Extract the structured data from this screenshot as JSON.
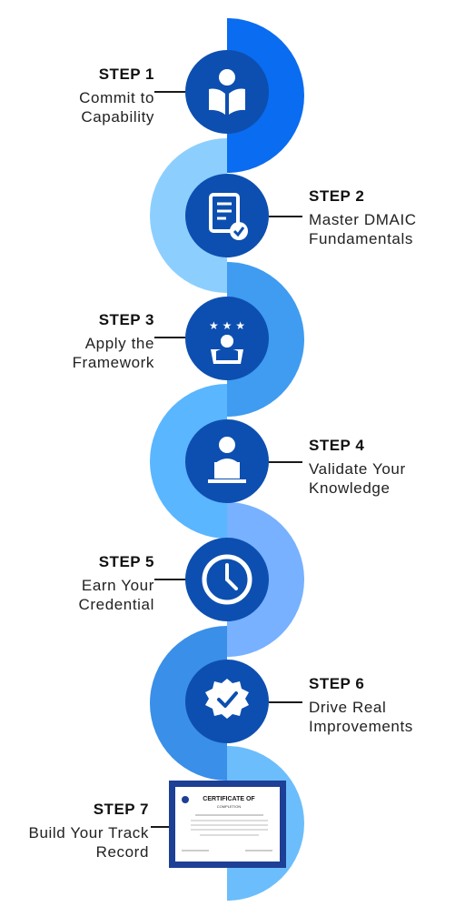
{
  "steps": [
    {
      "title": "STEP 1",
      "desc": "Commit to\nCapability",
      "icon": "book-reader-icon"
    },
    {
      "title": "STEP 2",
      "desc": "Master DMAIC\nFundamentals",
      "icon": "document-check-icon"
    },
    {
      "title": "STEP 3",
      "desc": "Apply the\nFramework",
      "icon": "team-gear-stars-icon"
    },
    {
      "title": "STEP 4",
      "desc": "Validate Your\nKnowledge",
      "icon": "person-at-laptop-icon"
    },
    {
      "title": "STEP 5",
      "desc": "Earn Your\nCredential",
      "icon": "clock-icon"
    },
    {
      "title": "STEP 6",
      "desc": "Drive Real\nImprovements",
      "icon": "check-badge-icon"
    },
    {
      "title": "STEP 7",
      "desc": "Build Your Track\nRecord",
      "icon": "certificate-image"
    }
  ],
  "certificate": {
    "title": "CERTIFICATE OF",
    "subtitle": "COMPLETION"
  },
  "colors": {
    "circle": "#0d4fb0",
    "band1": "#0a6cf0",
    "band2": "#8ccfff",
    "band3": "#3f9cf0",
    "band4": "#5ab6ff",
    "band5": "#77b1ff",
    "band6": "#3a8fe8",
    "band7": "#6cbdfc"
  }
}
